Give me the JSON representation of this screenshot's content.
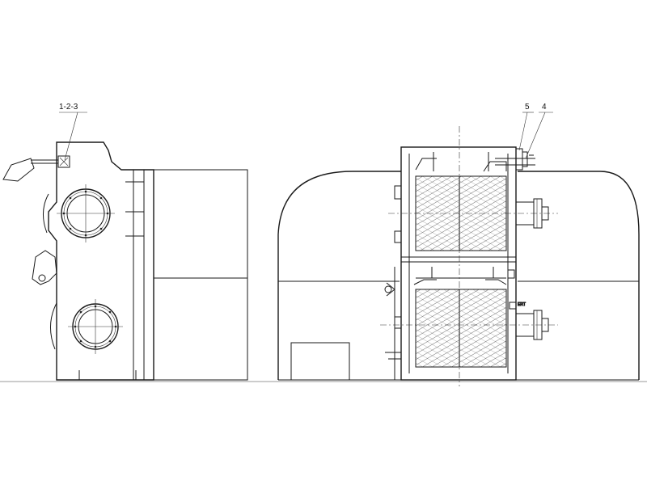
{
  "callouts": {
    "left_assembly": "1-2-3",
    "right_item_a": "5",
    "right_item_b": "4"
  }
}
